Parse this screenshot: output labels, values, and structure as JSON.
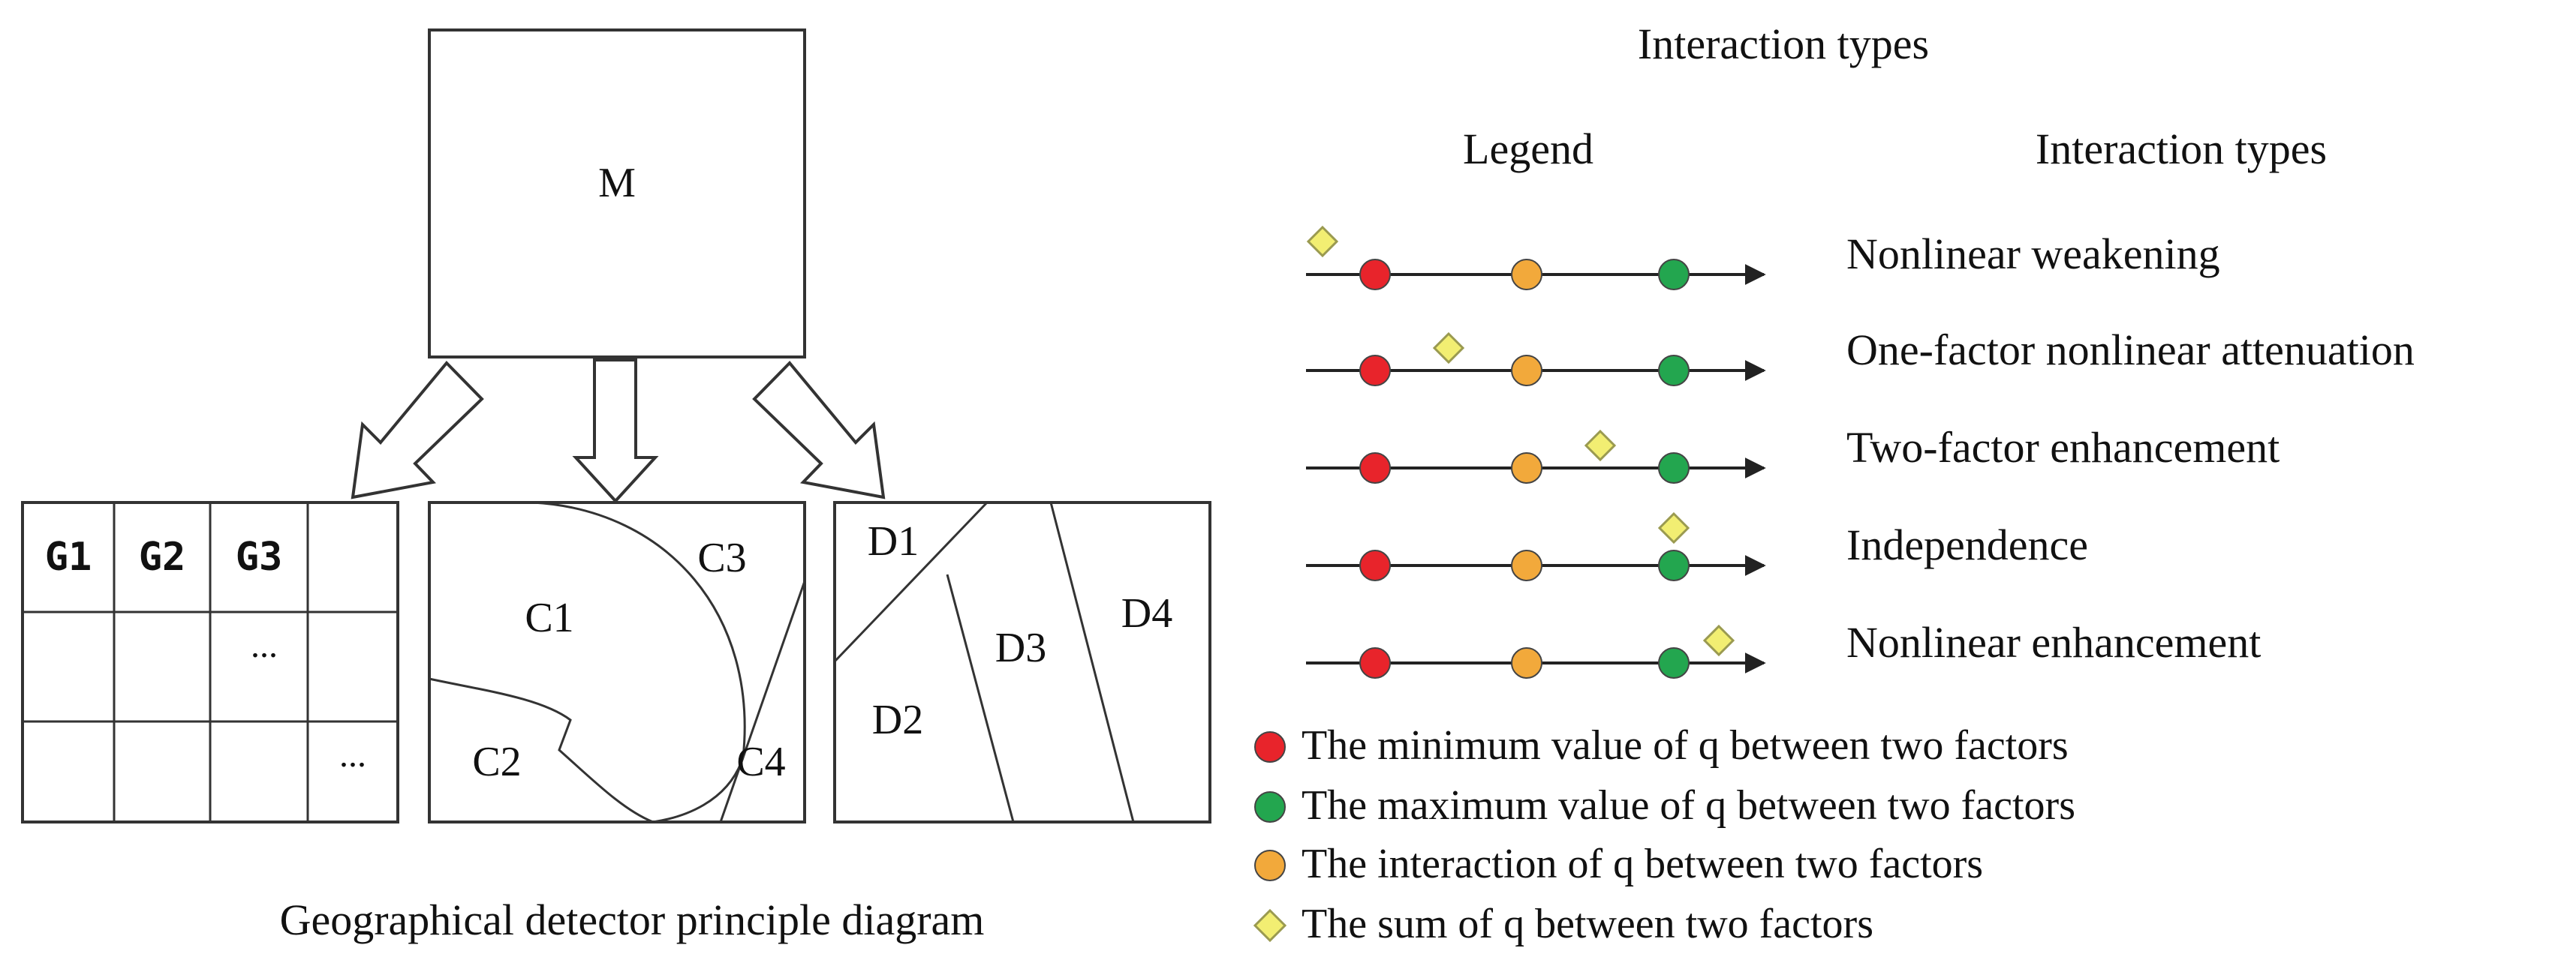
{
  "left_panel": {
    "caption": "Geographical detector principle diagram",
    "top_box_label": "M",
    "grid_labels": [
      "G1",
      "G2",
      "G3"
    ],
    "grid_ellipsis": [
      "...",
      "..."
    ],
    "curve_regions": [
      "C1",
      "C2",
      "C3",
      "C4"
    ],
    "line_regions": [
      "D1",
      "D2",
      "D3",
      "D4"
    ]
  },
  "right_panel": {
    "title": "Interaction types",
    "legend_header": "Legend",
    "types_header": "Interaction types",
    "rows": [
      {
        "label": "Nonlinear weakening",
        "diamond_position": "left of minimum"
      },
      {
        "label": "One-factor nonlinear attenuation",
        "diamond_position": "between minimum and interaction"
      },
      {
        "label": "Two-factor enhancement",
        "diamond_position": "between interaction and maximum"
      },
      {
        "label": "Independence",
        "diamond_position": "equal to maximum"
      },
      {
        "label": "Nonlinear enhancement",
        "diamond_position": "right of maximum"
      }
    ],
    "key": [
      {
        "symbol": "red-circle",
        "text": "The minimum value of q between two factors"
      },
      {
        "symbol": "green-circle",
        "text": "The maximum value of q between two factors"
      },
      {
        "symbol": "orange-circle",
        "text": "The interaction of q between two factors"
      },
      {
        "symbol": "yellow-diamond",
        "text": "The sum of q between two factors"
      }
    ]
  },
  "colors": {
    "minimum": "#e8242b",
    "maximum": "#23a64f",
    "interaction": "#f2a93b",
    "sum": "#f2ee72",
    "stroke": "#444444"
  }
}
